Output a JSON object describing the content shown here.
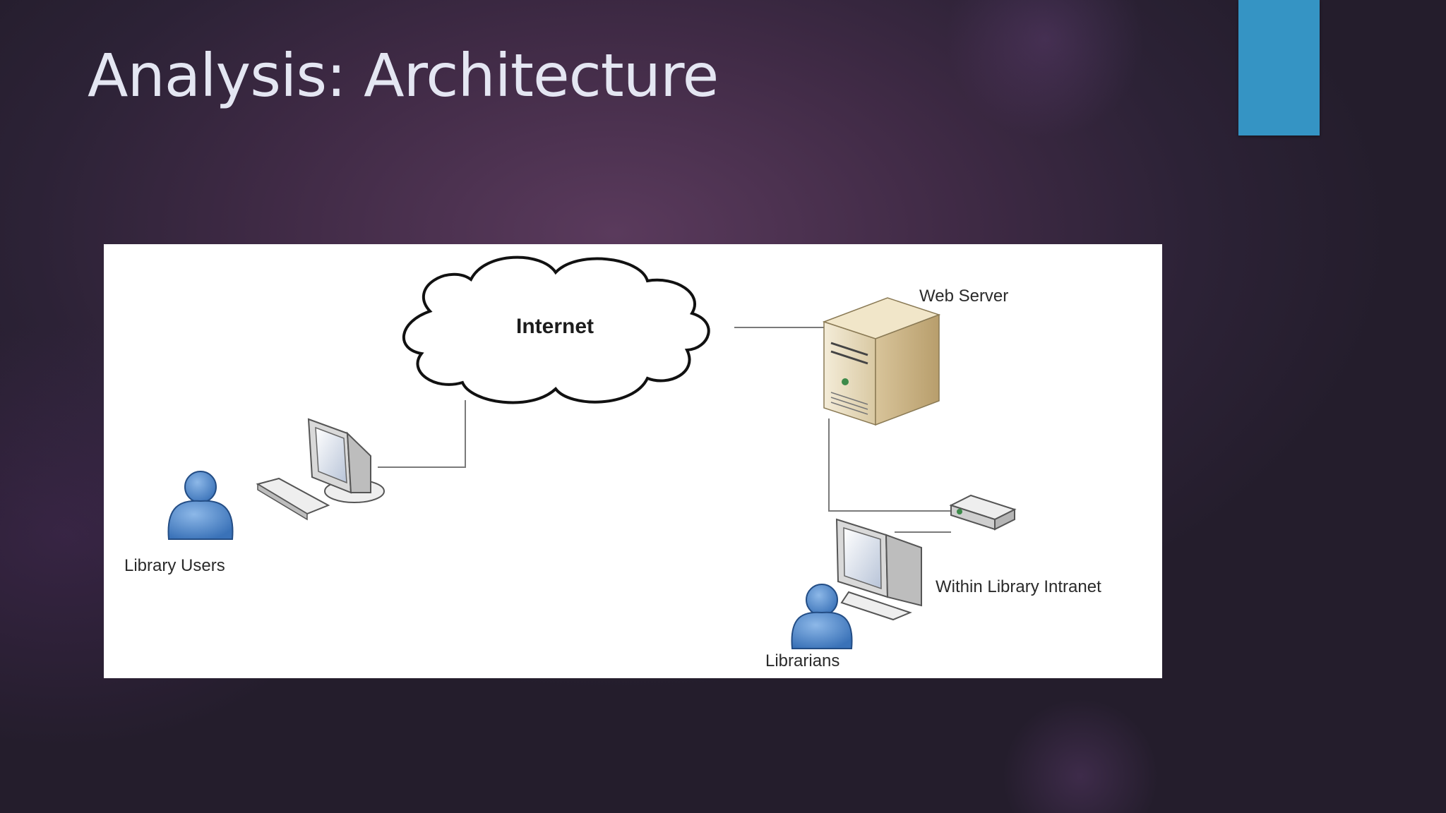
{
  "slide": {
    "title": "Analysis: Architecture",
    "accent_color": "#3594c4"
  },
  "diagram": {
    "nodes": {
      "internet": "Internet",
      "web_server": "Web Server",
      "library_users": "Library Users",
      "intranet": "Within Library Intranet",
      "librarians": "Librarians"
    },
    "icons": [
      "cloud-icon",
      "server-icon",
      "monitor-icon",
      "keyboard-icon",
      "person-icon",
      "router-icon"
    ]
  }
}
